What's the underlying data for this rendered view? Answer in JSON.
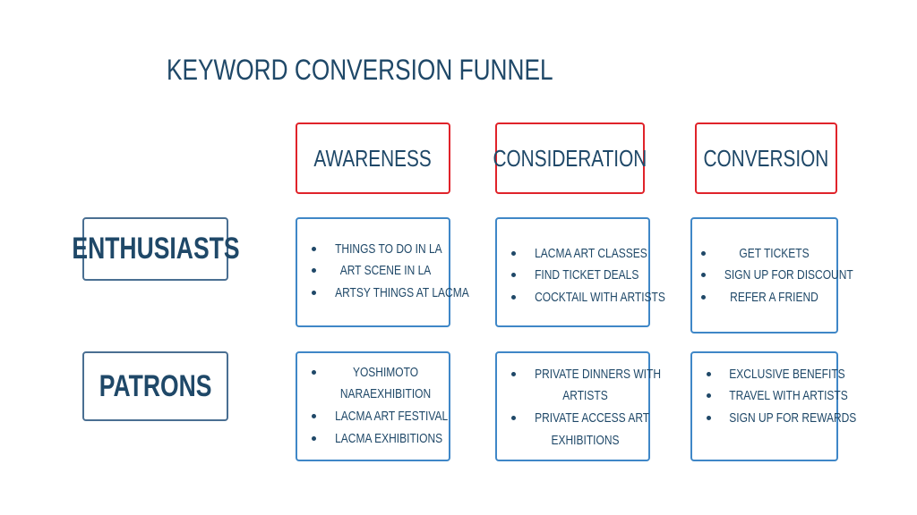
{
  "title": "KEYWORD CONVERSION FUNNEL",
  "stages": [
    "AWARENESS",
    "CONSIDERATION",
    "CONVERSION"
  ],
  "segments": [
    "ENTHUSIASTS",
    "PATRONS"
  ],
  "cells": {
    "enthusiasts": {
      "awareness": [
        "THINGS TO DO IN LA",
        "ART SCENE IN LA",
        "ARTSY THINGS AT LACMA"
      ],
      "consideration": [
        "LACMA ART CLASSES",
        "FIND TICKET DEALS",
        "COCKTAIL WITH ARTISTS"
      ],
      "conversion": [
        "GET TICKETS",
        "SIGN UP FOR DISCOUNT",
        "REFER A FRIEND"
      ]
    },
    "patrons": {
      "awareness": [
        "YOSHIMOTO",
        "NARAEXHIBITION",
        "LACMA ART FESTIVAL",
        "LACMA EXHIBITIONS"
      ],
      "consideration": [
        "PRIVATE DINNERS WITH",
        "ARTISTS",
        "PRIVATE ACCESS ART",
        "EXHIBITIONS"
      ],
      "conversion": [
        "EXCLUSIVE BENEFITS",
        "TRAVEL WITH ARTISTS",
        "SIGN UP FOR REWARDS"
      ]
    }
  },
  "colors": {
    "text": "#1f4868",
    "stage_border": "#e0232a",
    "segment_border": "#4a6f92",
    "cell_border": "#3f87c7"
  }
}
